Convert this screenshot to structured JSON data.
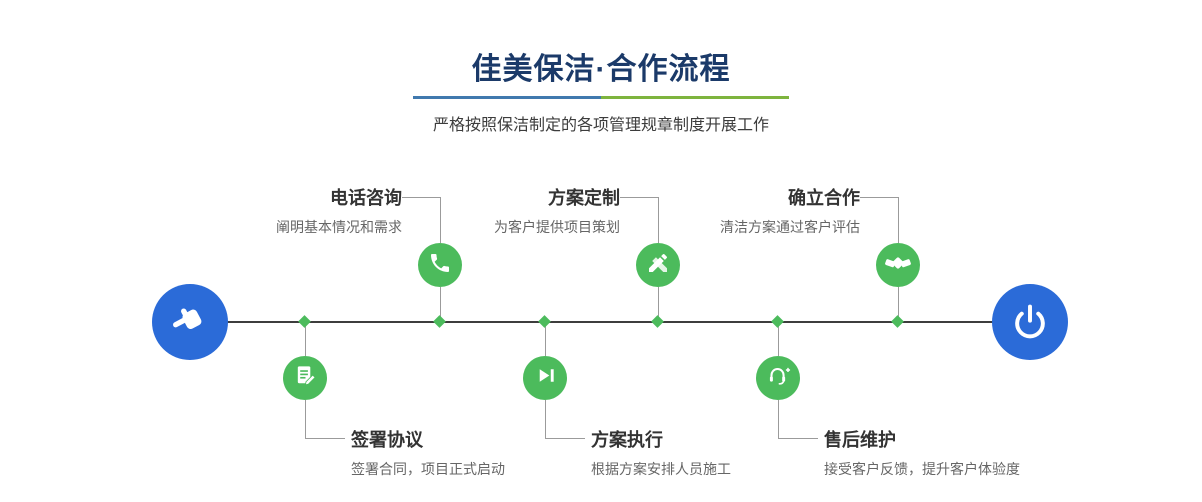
{
  "header": {
    "title": "佳美保洁·合作流程",
    "subtitle": "严格按照保洁制定的各项管理规章制度开展工作"
  },
  "steps": [
    {
      "label": "电话咨询",
      "desc": "阐明基本情况和需求",
      "icon": "phone-icon",
      "position": "top"
    },
    {
      "label": "方案定制",
      "desc": "为客户提供项目策划",
      "icon": "pencil-icon",
      "position": "top"
    },
    {
      "label": "确立合作",
      "desc": "清洁方案通过客户评估",
      "icon": "handshake-icon",
      "position": "top"
    },
    {
      "label": "签署协议",
      "desc": "签署合同，项目正式启动",
      "icon": "document-icon",
      "position": "bottom"
    },
    {
      "label": "方案执行",
      "desc": "根据方案安排人员施工",
      "icon": "play-icon",
      "position": "bottom"
    },
    {
      "label": "售后维护",
      "desc": "接受客户反馈，提升客户体验度",
      "icon": "headset-icon",
      "position": "bottom"
    }
  ],
  "endpoints": {
    "start_icon": "pointing-hand-icon",
    "end_icon": "power-icon"
  },
  "colors": {
    "accent_blue": "#2b6bd8",
    "accent_green": "#4cbb5c",
    "title_navy": "#1b3a69",
    "underline_blue": "#4079ae",
    "underline_green": "#7eb43e"
  }
}
